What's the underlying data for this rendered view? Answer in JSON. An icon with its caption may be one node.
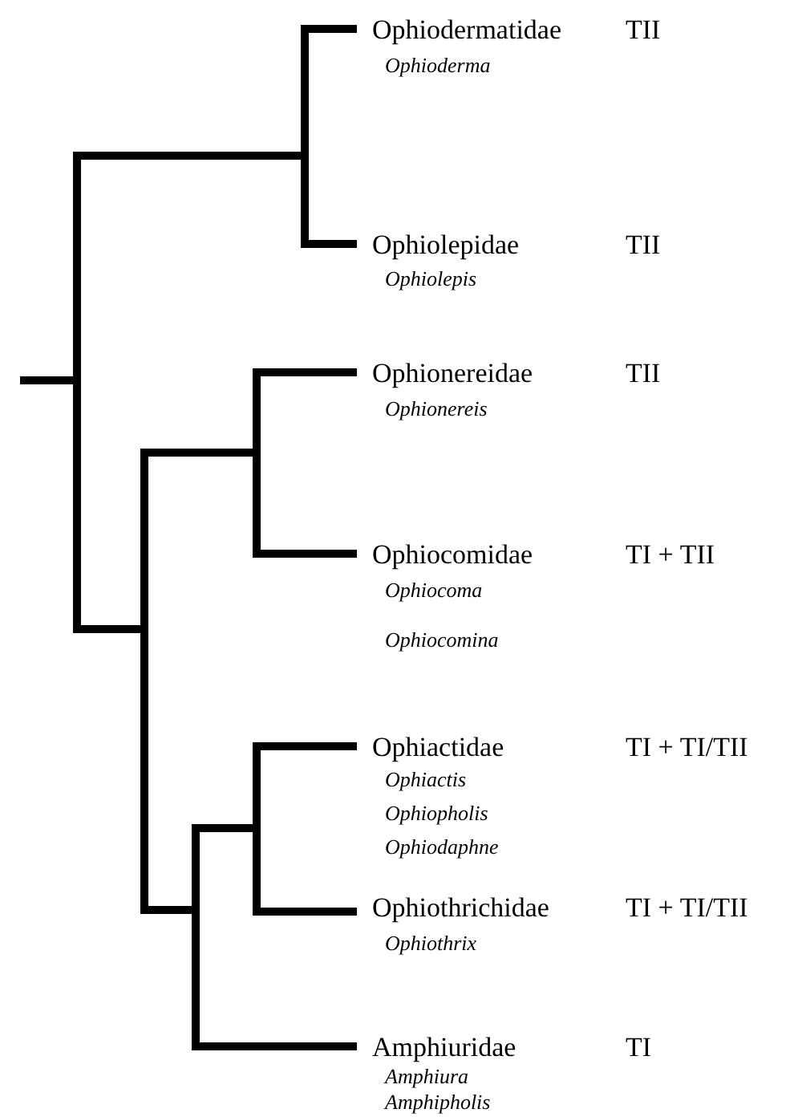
{
  "diagram": {
    "labels": [
      "Ophiodermatidae",
      "TII",
      "Ophioderma",
      "Ophiolepidae",
      "TII",
      "Ophiolepis",
      "Ophionereidae",
      "TII",
      "Ophionereis",
      "Ophiocomidae",
      "TI + TII",
      "Ophiocoma",
      "Ophiocomina",
      "Ophiactidae",
      "TI + TI/TII",
      "Ophiactis",
      "Ophiopholis",
      "Ophiodaphne",
      "Ophiothrichidae",
      "TI + TI/TII",
      "Ophiothrix",
      "Amphiuridae",
      "TI",
      "Amphiura",
      "Amphipholis"
    ]
  }
}
